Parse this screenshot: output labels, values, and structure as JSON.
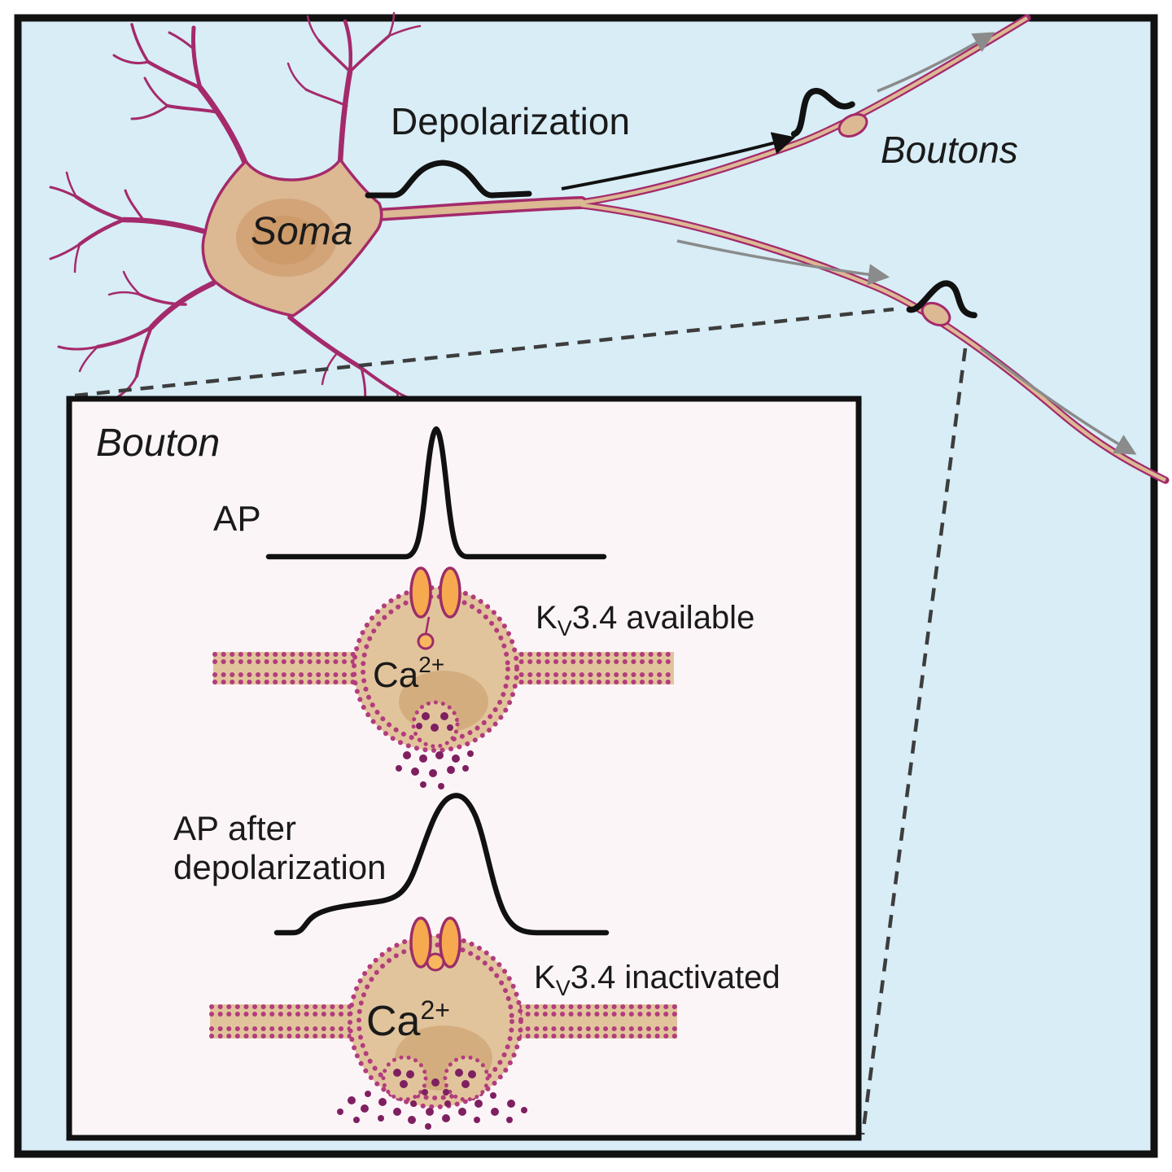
{
  "figure": {
    "outer_labels": {
      "depolarization": "Depolarization",
      "soma": "Soma",
      "boutons": "Boutons"
    },
    "inset": {
      "title": "Bouton",
      "panel_available": {
        "ap_label": "AP",
        "kv": {
          "k": "K",
          "sub": "V",
          "rest": "3.4 available"
        },
        "ca": {
          "base": "Ca",
          "sup": "2+"
        }
      },
      "panel_inactivated": {
        "ap_label_line1": "AP after",
        "ap_label_line2": "depolarization",
        "kv": {
          "k": "K",
          "sub": "V",
          "rest": "3.4 inactivated"
        },
        "ca": {
          "base": "Ca",
          "sup": "2+"
        }
      }
    },
    "colors": {
      "background": "#d8edf6",
      "inset_background": "#fcf5f8",
      "frame": "#111111",
      "dendrite": "#a42a6b",
      "soma_fill": "#dcb893",
      "membrane": "#b23d7c",
      "channel": "#f6a94f",
      "vesicle": "#7e2060",
      "calcium_text": "#e8251f",
      "trace": "#111111",
      "arrow_gray": "#8b8b8b"
    }
  }
}
